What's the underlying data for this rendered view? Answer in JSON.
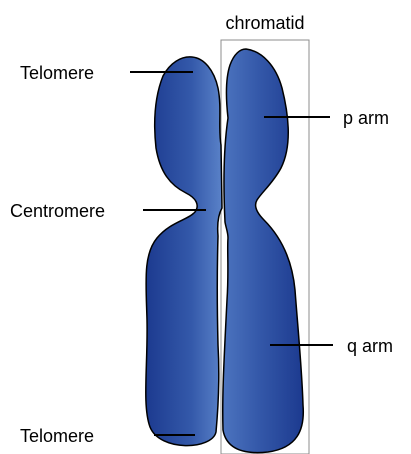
{
  "labels": {
    "chromatid": "chromatid",
    "telomere_top": "Telomere",
    "p_arm": "p arm",
    "centromere": "Centromere",
    "q_arm": "q arm",
    "telomere_bottom": "Telomere"
  },
  "colors": {
    "chromosome_dark": "#1d3d94",
    "chromosome_light": "#4f78c2",
    "outline": "#000000",
    "chromatid_box": "#8c8c8c",
    "leader_line": "#000000"
  }
}
